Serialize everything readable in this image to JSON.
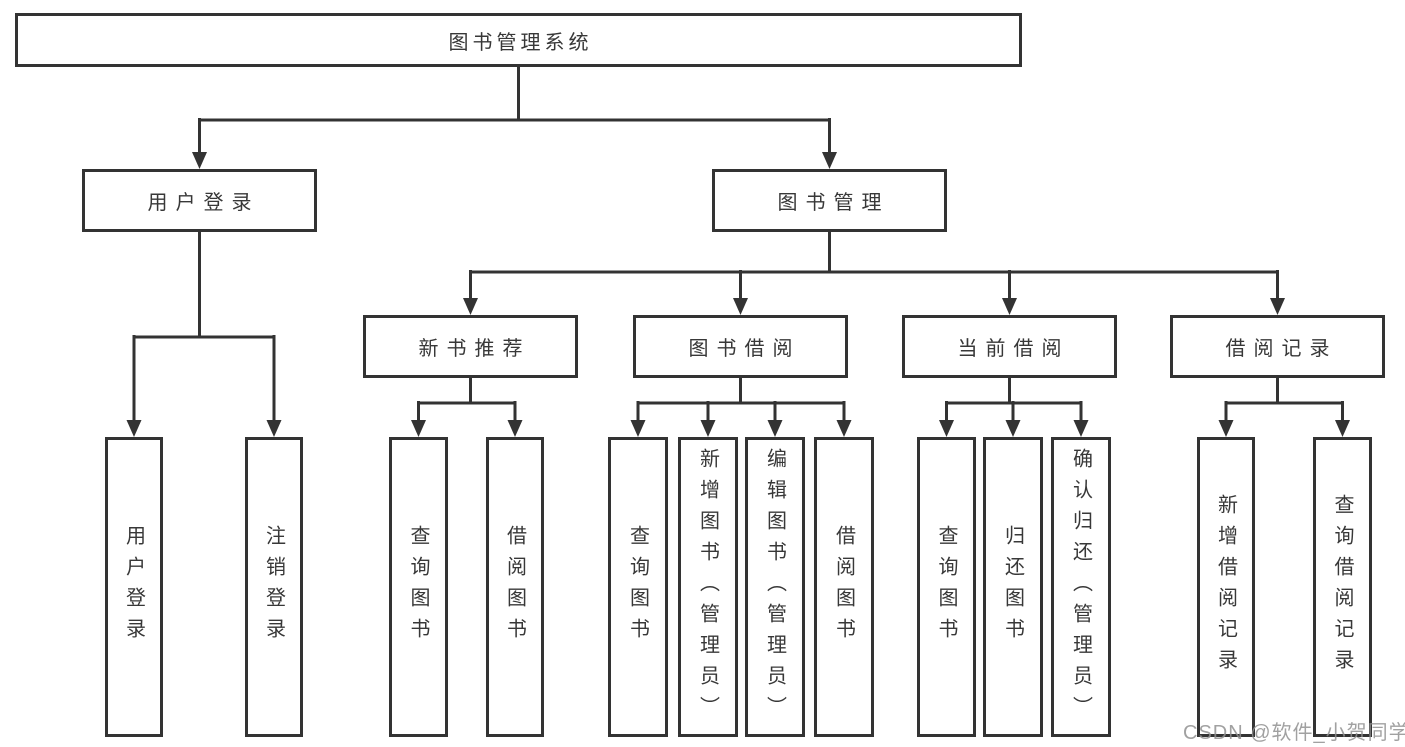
{
  "title": {
    "label": "图书管理系统"
  },
  "level2": {
    "user_login": {
      "label": "用户登录"
    },
    "book_mgmt": {
      "label": "图书管理"
    }
  },
  "level3": {
    "new_books": {
      "label": "新书推荐"
    },
    "borrow": {
      "label": "图书借阅"
    },
    "current": {
      "label": "当前借阅"
    },
    "records": {
      "label": "借阅记录"
    }
  },
  "leaves": {
    "user_login": [
      "用户登录",
      "注销登录"
    ],
    "new_books": [
      "查询图书",
      "借阅图书"
    ],
    "borrow": [
      "查询图书",
      "新增图书（管理员）",
      "编辑图书（管理员）",
      "借阅图书"
    ],
    "current": [
      "查询图书",
      "归还图书",
      "确认归还（管理员）"
    ],
    "records": [
      "新增借阅记录",
      "查询借阅记录"
    ]
  },
  "watermark": "CSDN @软件_小贺同学",
  "colors": {
    "line": "#333333",
    "border": "#333333",
    "text": "#383838",
    "background": "#ffffff",
    "watermark": "#919191"
  }
}
